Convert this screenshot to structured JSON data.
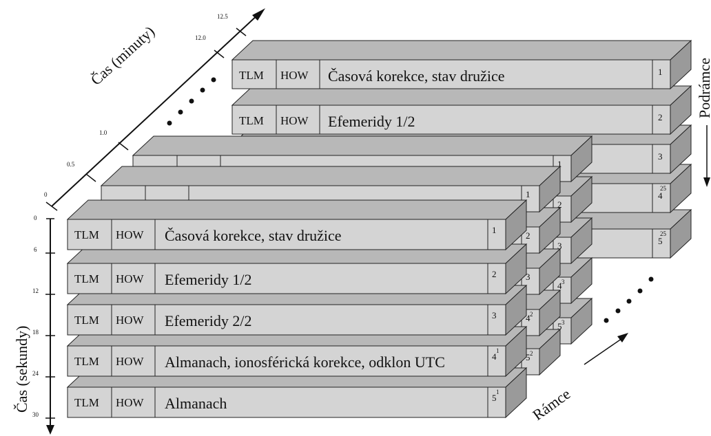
{
  "colors": {
    "front": "#d4d4d4",
    "top": "#b8b8b8",
    "side": "#9a9a9a",
    "stroke": "#222222",
    "background": "#ffffff"
  },
  "word_tlm": "TLM",
  "word_how": "HOW",
  "subframe_texts": [
    "Časová korekce, stav družice",
    "Efemeridy 1/2",
    "Efemeridy 2/2",
    "Almanach, ionosférická korekce, odklon UTC",
    "Almanach"
  ],
  "subframe_numbers": [
    "1",
    "2",
    "3",
    "4",
    "5"
  ],
  "back_stack_page_marks": {
    "row4": "25",
    "row5": "25"
  },
  "middle_stack_page_marks": {
    "row4": "3",
    "row5": "3"
  },
  "front_stack_page_marks": {
    "row4": "1",
    "row5": "1"
  },
  "second_stack_page_marks": {
    "row4": "2",
    "row5": "2"
  },
  "axes": {
    "time_minutes_label": "Čas (minuty)",
    "time_minutes_ticks": [
      "0",
      "0.5",
      "1.0",
      "12.0",
      "12.5"
    ],
    "time_seconds_label": "Čas (sekundy)",
    "time_seconds_ticks": [
      "0",
      "6",
      "12",
      "18",
      "24",
      "30"
    ],
    "subframes_label": "Podrámce",
    "frames_label": "Rámce"
  }
}
